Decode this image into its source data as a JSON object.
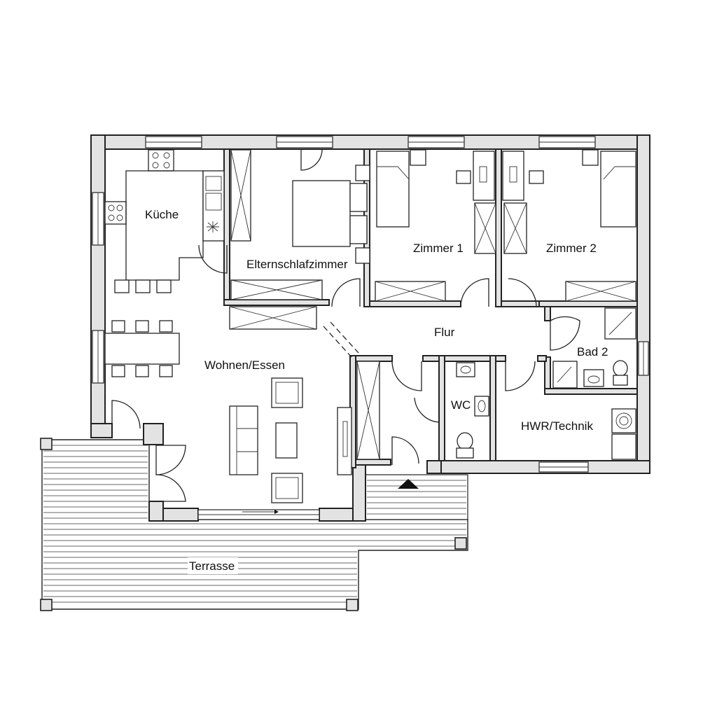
{
  "rooms": {
    "kueche": "Küche",
    "eltern": "Elternschlafzimmer",
    "zimmer1": "Zimmer 1",
    "zimmer2": "Zimmer 2",
    "flur": "Flur",
    "bad2": "Bad 2",
    "wohnen": "Wohnen/Essen",
    "wc": "WC",
    "hwr": "HWR/Technik",
    "terrasse": "Terrasse"
  },
  "colors": {
    "wall_fill": "#e3e3e3",
    "line": "#222222",
    "background": "#ffffff"
  },
  "icons": [
    "entrance-arrow-icon",
    "stove-icon",
    "sink-icon",
    "fan-icon",
    "bed-icon",
    "toilet-icon",
    "shower-icon",
    "wardrobe-icon"
  ]
}
